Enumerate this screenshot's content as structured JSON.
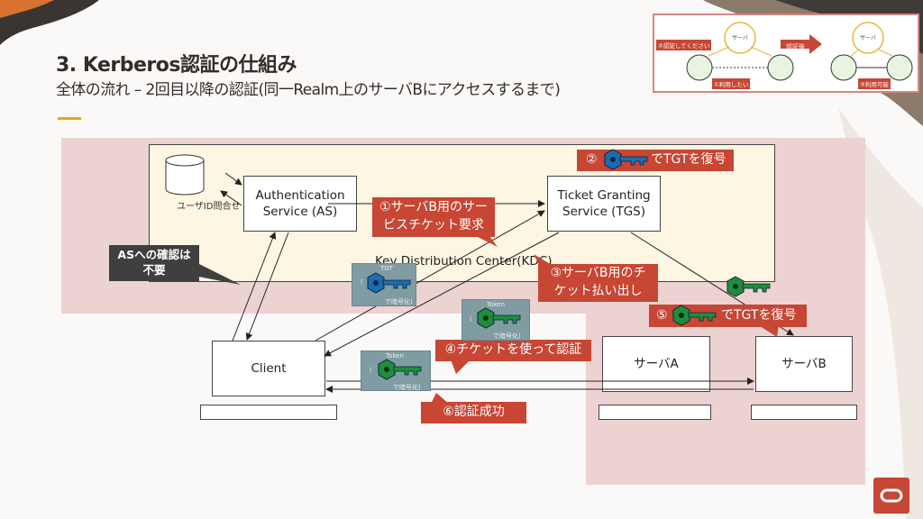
{
  "title": "3. Kerberos認証の仕組み",
  "subtitle": "全体の流れ – 2回目以降の認証(同一Realm上のサーバBにアクセスするまで)",
  "kdc_label": "Key Distribution Center(KDC)",
  "db_label": "ユーザID問合せ",
  "as_box": "Authentication Service (AS)",
  "tgs_box": "Ticket Granting Service (TGS)",
  "client_box": "Client",
  "server_a": "サーバA",
  "server_b": "サーバB",
  "callouts": {
    "as_confirm": "ASへの確認は不要",
    "step1": "①サーバB用のサービスチケット要求",
    "step2_pre": "②",
    "step2_post": "でTGTを復号",
    "step3": "③サーバB用のチケット払い出し",
    "step4": "④チケットを使って認証",
    "step5_pre": "⑤",
    "step5_post": "でTGTを復号",
    "step6": "⑥認証成功"
  },
  "key_cards": {
    "tgt": {
      "top": "TGT",
      "paren": "(",
      "bottom": "で暗号化)"
    },
    "token1": {
      "top": "Token",
      "paren": "(",
      "bottom": "で暗号化)"
    },
    "token2": {
      "top": "Token",
      "paren": "(",
      "bottom": "で暗号化)"
    }
  },
  "inset": {
    "node_label_left": "サーバ",
    "node_label_right": "サーバ",
    "note_auth": "②認証してください",
    "note_use": "①利用したい",
    "note_ok": "③利用可能",
    "arrow_label": "認証後"
  },
  "colors": {
    "accent": "#c74634",
    "kdc_bg": "#fdf6e3",
    "pink": "#ecd2d1",
    "blue_key": "#1c6cb4",
    "green_key": "#1e8e3e"
  }
}
